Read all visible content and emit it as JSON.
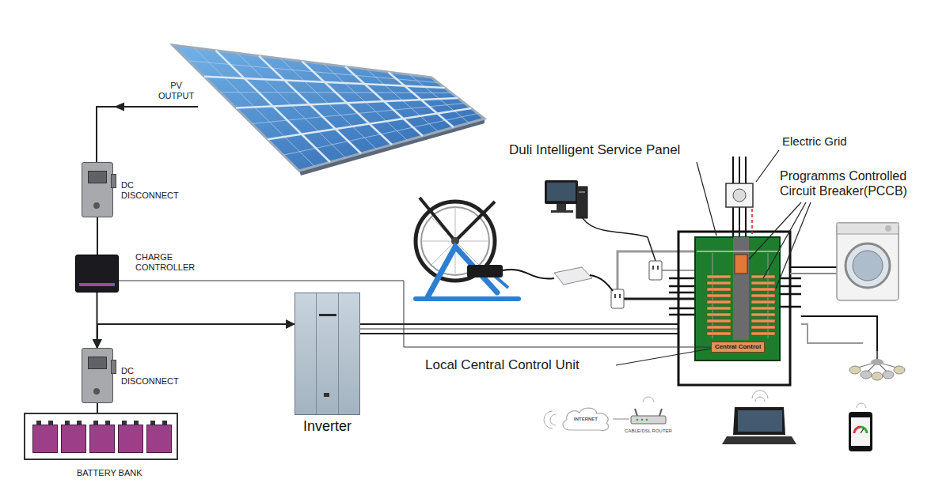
{
  "diagram": {
    "nodes": [
      {
        "text": [
          "DC DISCONNECT"
        ]
      },
      {
        "text": [
          "CHARGE CONTROLLER"
        ]
      },
      {
        "text": [
          "DC DISCONNECT"
        ]
      },
      {
        "text": [
          "BATTERY BANK"
        ]
      },
      {
        "text": [
          "Inverter"
        ]
      },
      {
        "text": [
          "Central Control"
        ]
      },
      {
        "text": [
          "INTERNET"
        ]
      },
      {
        "text": [
          "CABLE/DSL ROUTER"
        ]
      }
    ],
    "edges": [
      {
        "from": 0,
        "to": 1,
        "arrow": "none"
      },
      {
        "from": 1,
        "to": 2,
        "arrow": "to"
      },
      {
        "from": 2,
        "to": 3,
        "arrow": "none"
      },
      {
        "from": 2,
        "to": 4,
        "arrow": "both"
      },
      {
        "from": 1,
        "to": 5,
        "arrow": "none"
      },
      {
        "from": 6,
        "to": 7,
        "arrow": "none"
      }
    ],
    "labels": [
      "PV OUTPUT",
      "Duli Intelligent Service Panel",
      "Electric Grid",
      "Programms Controlled Circuit Breaker(PCCB)",
      "Local Central Control Unit"
    ]
  }
}
